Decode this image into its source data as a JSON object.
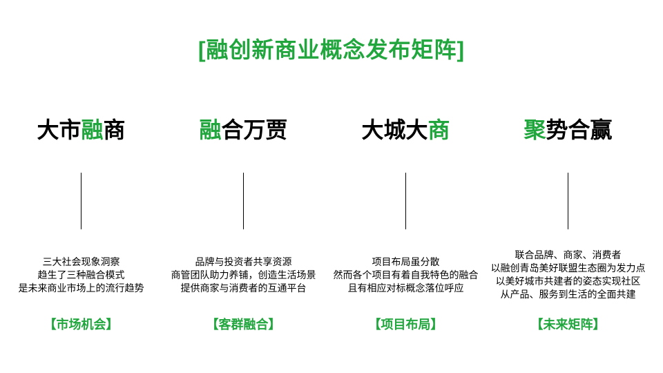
{
  "slide": {
    "background": "#ffffff",
    "accent_green": "#21a63e",
    "text_color": "#000000",
    "title": "[融创新商业概念发布矩阵]"
  },
  "columns": [
    {
      "heading_pre": "大市",
      "heading_highlight": "融",
      "heading_post": "商",
      "desc": [
        "三大社会现象洞察",
        "趋生了三种融合模式",
        "是未来商业市场上的流行趋势"
      ],
      "label": "【市场机会】"
    },
    {
      "heading_pre": "",
      "heading_highlight": "融",
      "heading_post": "合万贾",
      "desc": [
        "品牌与投资者共享资源",
        "商管团队助力养铺，创造生活场景",
        "提供商家与消费者的互通平台"
      ],
      "label": "【客群融合】"
    },
    {
      "heading_pre": "大城大",
      "heading_highlight": "商",
      "heading_post": "",
      "desc": [
        "项目布局虽分散",
        "然而各个项目有着自我特色的融合",
        "且有相应对标概念落位呼应"
      ],
      "label": "【项目布局】"
    },
    {
      "heading_pre": "",
      "heading_highlight": "聚",
      "heading_post": "势合赢",
      "desc": [
        "联合品牌、商家、消费者",
        "以融创青岛美好联盟生态圈为发力点",
        "以美好城市共建者的姿态实现社区",
        "从产品、服务到生活的全面共建"
      ],
      "label": "【未来矩阵】"
    }
  ]
}
